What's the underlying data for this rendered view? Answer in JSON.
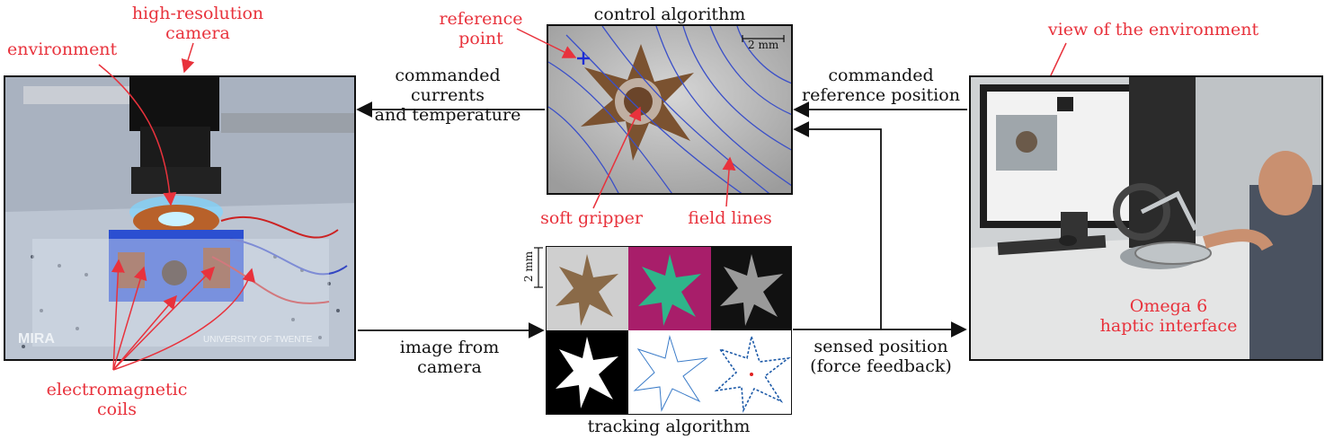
{
  "labels": {
    "camera": "high-resolution\ncamera",
    "environment": "environment",
    "coils": "electromagnetic\ncoils",
    "reference_point": "reference\npoint",
    "control_algorithm": "control algorithm",
    "scale_bar_top": "2 mm",
    "soft_gripper": "soft gripper",
    "field_lines": "field lines",
    "commanded_currents": "commanded currents\nand temperature",
    "image_from_camera": "image from\ncamera",
    "tracking_algorithm": "tracking algorithm",
    "scale_bar_side": "2 mm",
    "commanded_reference": "commanded\nreference position",
    "sensed_position": "sensed position\n(force feedback)",
    "view_environment": "view of the environment",
    "omega": "Omega 6\nhaptic interface"
  },
  "photo_text": {
    "mira": "MIRA",
    "university": "UNIVERSITY OF TWENTE"
  },
  "colors": {
    "annotation": "#e8323c",
    "field_lines": "#3a4fc8",
    "arrows": "#111111"
  }
}
